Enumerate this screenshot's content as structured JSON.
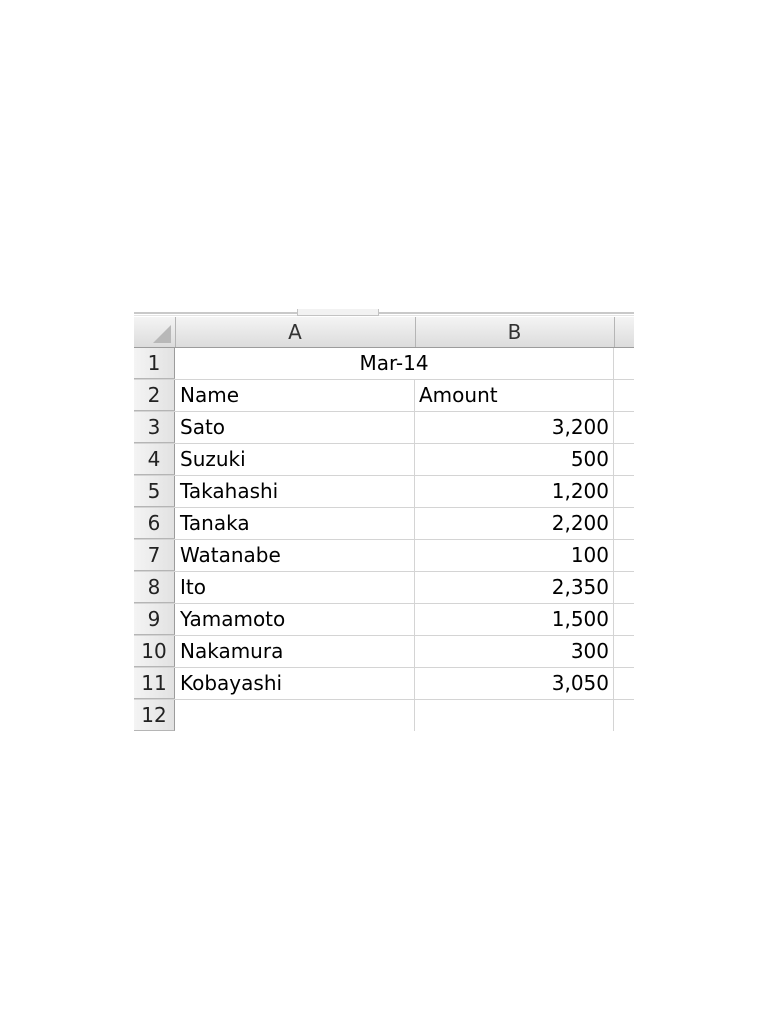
{
  "spreadsheet": {
    "columns": [
      "A",
      "B"
    ],
    "title_cell": "Mar-14",
    "header": {
      "name": "Name",
      "amount": "Amount"
    },
    "rows": [
      {
        "num": "3",
        "name": "Sato",
        "amount": "3,200"
      },
      {
        "num": "4",
        "name": "Suzuki",
        "amount": "500"
      },
      {
        "num": "5",
        "name": "Takahashi",
        "amount": "1,200"
      },
      {
        "num": "6",
        "name": "Tanaka",
        "amount": "2,200"
      },
      {
        "num": "7",
        "name": "Watanabe",
        "amount": "100"
      },
      {
        "num": "8",
        "name": "Ito",
        "amount": "2,350"
      },
      {
        "num": "9",
        "name": "Yamamoto",
        "amount": "1,500"
      },
      {
        "num": "10",
        "name": "Nakamura",
        "amount": "300"
      },
      {
        "num": "11",
        "name": "Kobayashi",
        "amount": "3,050"
      }
    ],
    "row_numbers": [
      "1",
      "2",
      "12"
    ]
  }
}
